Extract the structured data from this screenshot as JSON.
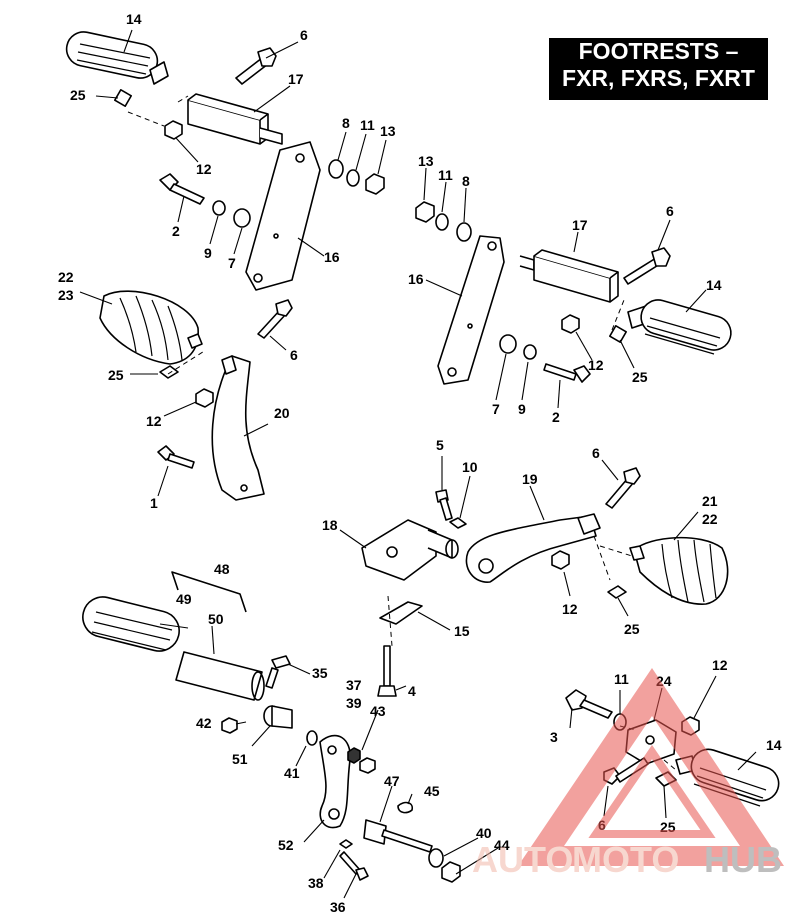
{
  "title": {
    "line1": "FOOTRESTS –",
    "line2": "FXR, FXRS, FXRT"
  },
  "watermark": {
    "auto": "AUTO",
    "moto": "MOTO",
    "hub": "HUB",
    "colors": {
      "triangle": "#e8554f",
      "text_light": "#f2b7a8",
      "text_dark": "#8a8a8a"
    }
  },
  "callouts": [
    {
      "id": "c14a",
      "text": "14"
    },
    {
      "id": "c6a",
      "text": "6"
    },
    {
      "id": "c25a",
      "text": "25"
    },
    {
      "id": "c17a",
      "text": "17"
    },
    {
      "id": "c12a",
      "text": "12"
    },
    {
      "id": "c8a",
      "text": "8"
    },
    {
      "id": "c11a",
      "text": "11"
    },
    {
      "id": "c13a",
      "text": "13"
    },
    {
      "id": "c2a",
      "text": "2"
    },
    {
      "id": "c9a",
      "text": "9"
    },
    {
      "id": "c7a",
      "text": "7"
    },
    {
      "id": "c16a",
      "text": "16"
    },
    {
      "id": "c13b",
      "text": "13"
    },
    {
      "id": "c11b",
      "text": "11"
    },
    {
      "id": "c8b",
      "text": "8"
    },
    {
      "id": "c6b",
      "text": "6"
    },
    {
      "id": "c17b",
      "text": "17"
    },
    {
      "id": "c14b",
      "text": "14"
    },
    {
      "id": "c16b",
      "text": "16"
    },
    {
      "id": "c12b",
      "text": "12"
    },
    {
      "id": "c25b",
      "text": "25"
    },
    {
      "id": "c7b",
      "text": "7"
    },
    {
      "id": "c9b",
      "text": "9"
    },
    {
      "id": "c2b",
      "text": "2"
    },
    {
      "id": "c22a",
      "text": "22"
    },
    {
      "id": "c23",
      "text": "23"
    },
    {
      "id": "c6c",
      "text": "6"
    },
    {
      "id": "c25c",
      "text": "25"
    },
    {
      "id": "c12c",
      "text": "12"
    },
    {
      "id": "c20",
      "text": "20"
    },
    {
      "id": "c1",
      "text": "1"
    },
    {
      "id": "c5",
      "text": "5"
    },
    {
      "id": "c10",
      "text": "10"
    },
    {
      "id": "c19",
      "text": "19"
    },
    {
      "id": "c6d",
      "text": "6"
    },
    {
      "id": "c21",
      "text": "21"
    },
    {
      "id": "c22b",
      "text": "22"
    },
    {
      "id": "c18",
      "text": "18"
    },
    {
      "id": "c12d",
      "text": "12"
    },
    {
      "id": "c25d",
      "text": "25"
    },
    {
      "id": "c15",
      "text": "15"
    },
    {
      "id": "c4",
      "text": "4"
    },
    {
      "id": "c48",
      "text": "48"
    },
    {
      "id": "c49",
      "text": "49"
    },
    {
      "id": "c50",
      "text": "50"
    },
    {
      "id": "c35",
      "text": "35"
    },
    {
      "id": "c37",
      "text": "37"
    },
    {
      "id": "c39",
      "text": "39"
    },
    {
      "id": "c43",
      "text": "43"
    },
    {
      "id": "c42",
      "text": "42"
    },
    {
      "id": "c51",
      "text": "51"
    },
    {
      "id": "c41",
      "text": "41"
    },
    {
      "id": "c45",
      "text": "45"
    },
    {
      "id": "c47",
      "text": "47"
    },
    {
      "id": "c52",
      "text": "52"
    },
    {
      "id": "c40",
      "text": "40"
    },
    {
      "id": "c44",
      "text": "44"
    },
    {
      "id": "c38",
      "text": "38"
    },
    {
      "id": "c36",
      "text": "36"
    },
    {
      "id": "c11c",
      "text": "11"
    },
    {
      "id": "c24",
      "text": "24"
    },
    {
      "id": "c12e",
      "text": "12"
    },
    {
      "id": "c3",
      "text": "3"
    },
    {
      "id": "c14c",
      "text": "14"
    },
    {
      "id": "c6e",
      "text": "6"
    },
    {
      "id": "c25e",
      "text": "25"
    }
  ]
}
